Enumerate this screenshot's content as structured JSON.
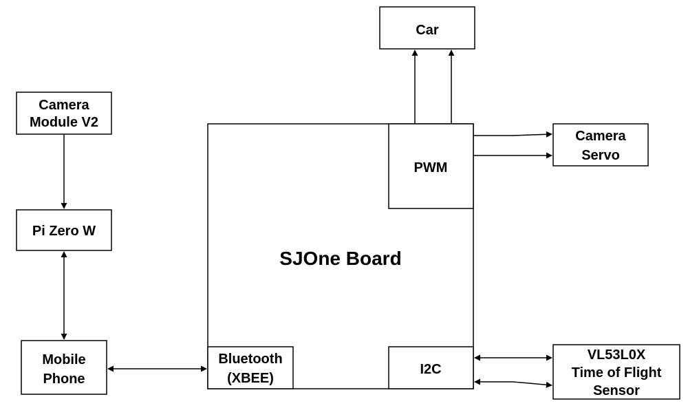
{
  "nodes": {
    "car": {
      "lines": [
        "Car"
      ]
    },
    "camera_module": {
      "lines": [
        "Camera",
        "Module V2"
      ]
    },
    "pi_zero": {
      "lines": [
        "Pi Zero W"
      ]
    },
    "mobile_phone": {
      "lines": [
        "Mobile",
        "Phone"
      ]
    },
    "sjone_board": {
      "lines": [
        "SJOne Board"
      ]
    },
    "pwm": {
      "lines": [
        "PWM"
      ]
    },
    "bluetooth": {
      "lines": [
        "Bluetooth",
        "(XBEE)"
      ]
    },
    "i2c": {
      "lines": [
        "I2C"
      ]
    },
    "camera_servo": {
      "lines": [
        "Camera",
        "Servo"
      ]
    },
    "vl53l0x": {
      "lines": [
        "VL53L0X",
        "Time of Flight",
        "Sensor"
      ]
    }
  },
  "edges": [
    {
      "from": "camera_module",
      "to": "pi_zero",
      "direction": "forward"
    },
    {
      "from": "pi_zero",
      "to": "mobile_phone",
      "direction": "both"
    },
    {
      "from": "mobile_phone",
      "to": "bluetooth",
      "direction": "both"
    },
    {
      "from": "pwm",
      "to": "car",
      "direction": "forward"
    },
    {
      "from": "pwm",
      "to": "car",
      "direction": "forward"
    },
    {
      "from": "pwm",
      "to": "camera_servo",
      "direction": "forward"
    },
    {
      "from": "pwm",
      "to": "camera_servo",
      "direction": "forward"
    },
    {
      "from": "i2c",
      "to": "vl53l0x",
      "direction": "both"
    },
    {
      "from": "i2c",
      "to": "vl53l0x",
      "direction": "both"
    }
  ]
}
